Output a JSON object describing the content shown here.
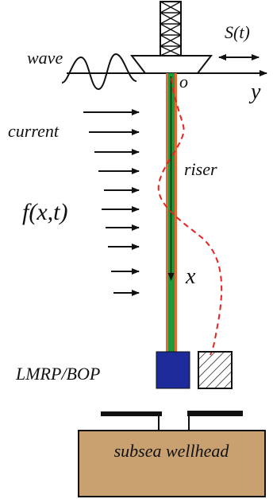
{
  "labels": {
    "wave": "wave",
    "surge": "S(t)",
    "origin": "o",
    "y_axis": "y",
    "current": "current",
    "riser": "riser",
    "load": "f(x,t)",
    "x_axis": "x",
    "lmrp_bop": "LMRP/BOP",
    "wellhead": "subsea wellhead"
  },
  "colors": {
    "riser_outer": "#e36a33",
    "riser_inner": "#1f9b3c",
    "deflection": "#e8231f",
    "bop": "#1c2a9a",
    "wellhead": "#c9a06f",
    "ink": "#111111"
  },
  "icons": {
    "rig": "drilling-platform-icon",
    "surge_arrow": "double-arrow-icon"
  }
}
